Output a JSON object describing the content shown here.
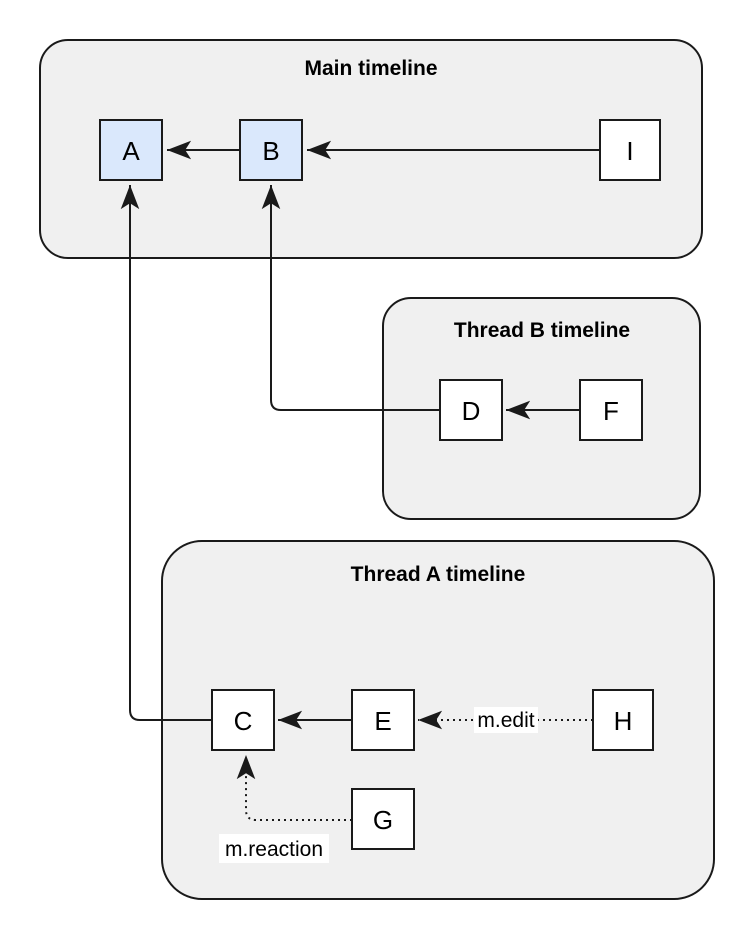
{
  "diagram": {
    "containers": {
      "main": {
        "title": "Main timeline"
      },
      "thread_b": {
        "title": "Thread B timeline"
      },
      "thread_a": {
        "title": "Thread A timeline"
      }
    },
    "nodes": {
      "a": {
        "label": "A",
        "highlighted": true
      },
      "b": {
        "label": "B",
        "highlighted": true
      },
      "i": {
        "label": "I",
        "highlighted": false
      },
      "d": {
        "label": "D",
        "highlighted": false
      },
      "f": {
        "label": "F",
        "highlighted": false
      },
      "c": {
        "label": "C",
        "highlighted": false
      },
      "e": {
        "label": "E",
        "highlighted": false
      },
      "h": {
        "label": "H",
        "highlighted": false
      },
      "g": {
        "label": "G",
        "highlighted": false
      }
    },
    "edges": {
      "b_to_a": {
        "from": "B",
        "to": "A",
        "style": "solid",
        "label": ""
      },
      "i_to_b": {
        "from": "I",
        "to": "B",
        "style": "solid",
        "label": ""
      },
      "f_to_d": {
        "from": "F",
        "to": "D",
        "style": "solid",
        "label": ""
      },
      "d_to_b": {
        "from": "D",
        "to": "B",
        "style": "solid",
        "label": ""
      },
      "e_to_c": {
        "from": "E",
        "to": "C",
        "style": "solid",
        "label": ""
      },
      "c_to_a": {
        "from": "C",
        "to": "A",
        "style": "solid",
        "label": ""
      },
      "h_to_e": {
        "from": "H",
        "to": "E",
        "style": "dotted",
        "label": "m.edit"
      },
      "g_to_c": {
        "from": "G",
        "to": "C",
        "style": "dotted",
        "label": "m.reaction"
      }
    },
    "colors": {
      "event_highlight": "#dae8fc",
      "event_fill": "#ffffff",
      "timeline_fill": "#f0f0f0",
      "stroke": "#1a1a1a",
      "background": "#ffffff"
    }
  }
}
